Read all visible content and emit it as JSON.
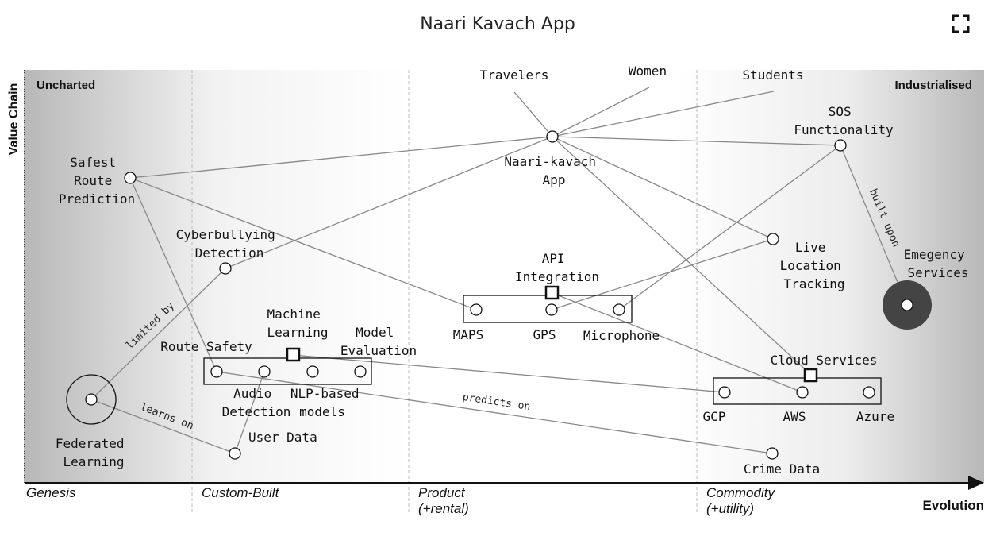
{
  "title": "Naari Kavach App",
  "axes": {
    "y_label": "Value Chain",
    "x_label": "Evolution",
    "corner_left": "Uncharted",
    "corner_right": "Industrialised"
  },
  "stages": [
    {
      "id": "genesis",
      "label": "Genesis",
      "sub": ""
    },
    {
      "id": "custom",
      "label": "Custom-Built",
      "sub": ""
    },
    {
      "id": "product",
      "label": "Product",
      "sub": "(+rental)"
    },
    {
      "id": "commodity",
      "label": "Commodity",
      "sub": "(+utility)"
    }
  ],
  "colors": {
    "line": "#888888",
    "frame": "#111111",
    "emergency_fill": "#444444"
  },
  "users": [
    {
      "id": "travelers",
      "label": "Travelers"
    },
    {
      "id": "women",
      "label": "Women"
    },
    {
      "id": "students",
      "label": "Students"
    }
  ],
  "components": [
    {
      "id": "app",
      "label": [
        "Naari-kavach",
        "App"
      ]
    },
    {
      "id": "sos",
      "label": [
        "SOS",
        "Functionality"
      ]
    },
    {
      "id": "safest",
      "label": [
        "Safest",
        "Route",
        "Prediction"
      ]
    },
    {
      "id": "cyber",
      "label": [
        "Cyberbullying",
        "Detection"
      ]
    },
    {
      "id": "live",
      "label": [
        "Live",
        "Location",
        "Tracking"
      ]
    },
    {
      "id": "emergency",
      "label": [
        "Emegency",
        "Services"
      ]
    },
    {
      "id": "api",
      "label": [
        "API",
        "Integration"
      ]
    },
    {
      "id": "maps",
      "label": [
        "MAPS"
      ]
    },
    {
      "id": "gps",
      "label": [
        "GPS"
      ]
    },
    {
      "id": "mic",
      "label": [
        "Microphone"
      ]
    },
    {
      "id": "ml",
      "label": [
        "Machine",
        "Learning"
      ]
    },
    {
      "id": "model_eval",
      "label": [
        "Model",
        "Evaluation"
      ]
    },
    {
      "id": "route_safety",
      "label": [
        "Route Safety"
      ]
    },
    {
      "id": "audio",
      "label": [
        "Audio",
        "Detection"
      ]
    },
    {
      "id": "nlp",
      "label": [
        "NLP-based",
        "models"
      ]
    },
    {
      "id": "federated",
      "label": [
        "Federated",
        "Learning"
      ]
    },
    {
      "id": "user_data",
      "label": [
        "User Data"
      ]
    },
    {
      "id": "cloud",
      "label": [
        "Cloud Services"
      ]
    },
    {
      "id": "gcp",
      "label": [
        "GCP"
      ]
    },
    {
      "id": "aws",
      "label": [
        "AWS"
      ]
    },
    {
      "id": "azure",
      "label": [
        "Azure"
      ]
    },
    {
      "id": "crime",
      "label": [
        "Crime Data"
      ]
    }
  ],
  "link_labels": [
    {
      "id": "built_upon",
      "text": "built upon"
    },
    {
      "id": "limited_by",
      "text": "limited by"
    },
    {
      "id": "learns_on",
      "text": "learns on"
    },
    {
      "id": "predicts_on",
      "text": "predicts on"
    }
  ],
  "icons": {
    "fullscreen": "fullscreen-icon",
    "arrow": "arrow-right-icon"
  }
}
